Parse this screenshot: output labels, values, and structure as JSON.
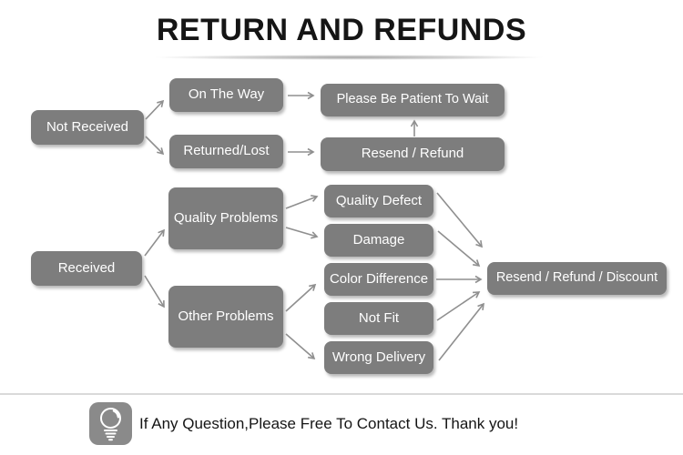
{
  "title": "RETURN AND REFUNDS",
  "colors": {
    "node_bg": "#7d7d7d",
    "node_text": "#ffffff",
    "arrow": "#8f8f8f",
    "title_text": "#151515",
    "divider": "#d9d9d9",
    "icon_bg": "#8a8a8a",
    "footer_text": "#151515"
  },
  "flowchart": {
    "nodes": {
      "not_received": "Not Received",
      "on_the_way": "On The Way",
      "returned_lost": "Returned/Lost",
      "please_wait": "Please Be Patient To Wait",
      "resend_refund": "Resend / Refund",
      "received": "Received",
      "quality_problems": "Quality Problems",
      "other_problems": "Other Problems",
      "quality_defect": "Quality Defect",
      "damage": "Damage",
      "color_difference": "Color Difference",
      "not_fit": "Not Fit",
      "wrong_delivery": "Wrong Delivery",
      "resend_refund_discount": "Resend / Refund / Discount"
    },
    "edges": [
      {
        "from": "not_received",
        "to": "on_the_way"
      },
      {
        "from": "not_received",
        "to": "returned_lost"
      },
      {
        "from": "on_the_way",
        "to": "please_wait"
      },
      {
        "from": "returned_lost",
        "to": "resend_refund"
      },
      {
        "from": "resend_refund",
        "to": "please_wait"
      },
      {
        "from": "received",
        "to": "quality_problems"
      },
      {
        "from": "received",
        "to": "other_problems"
      },
      {
        "from": "quality_problems",
        "to": "quality_defect"
      },
      {
        "from": "quality_problems",
        "to": "damage"
      },
      {
        "from": "other_problems",
        "to": "color_difference"
      },
      {
        "from": "other_problems",
        "to": "wrong_delivery"
      },
      {
        "from": "quality_defect",
        "to": "resend_refund_discount"
      },
      {
        "from": "damage",
        "to": "resend_refund_discount"
      },
      {
        "from": "color_difference",
        "to": "resend_refund_discount"
      },
      {
        "from": "not_fit",
        "to": "resend_refund_discount"
      },
      {
        "from": "wrong_delivery",
        "to": "resend_refund_discount"
      }
    ]
  },
  "footer": {
    "icon": "light-bulb-icon",
    "message": "If Any Question,Please Free To Contact Us. Thank you!"
  }
}
